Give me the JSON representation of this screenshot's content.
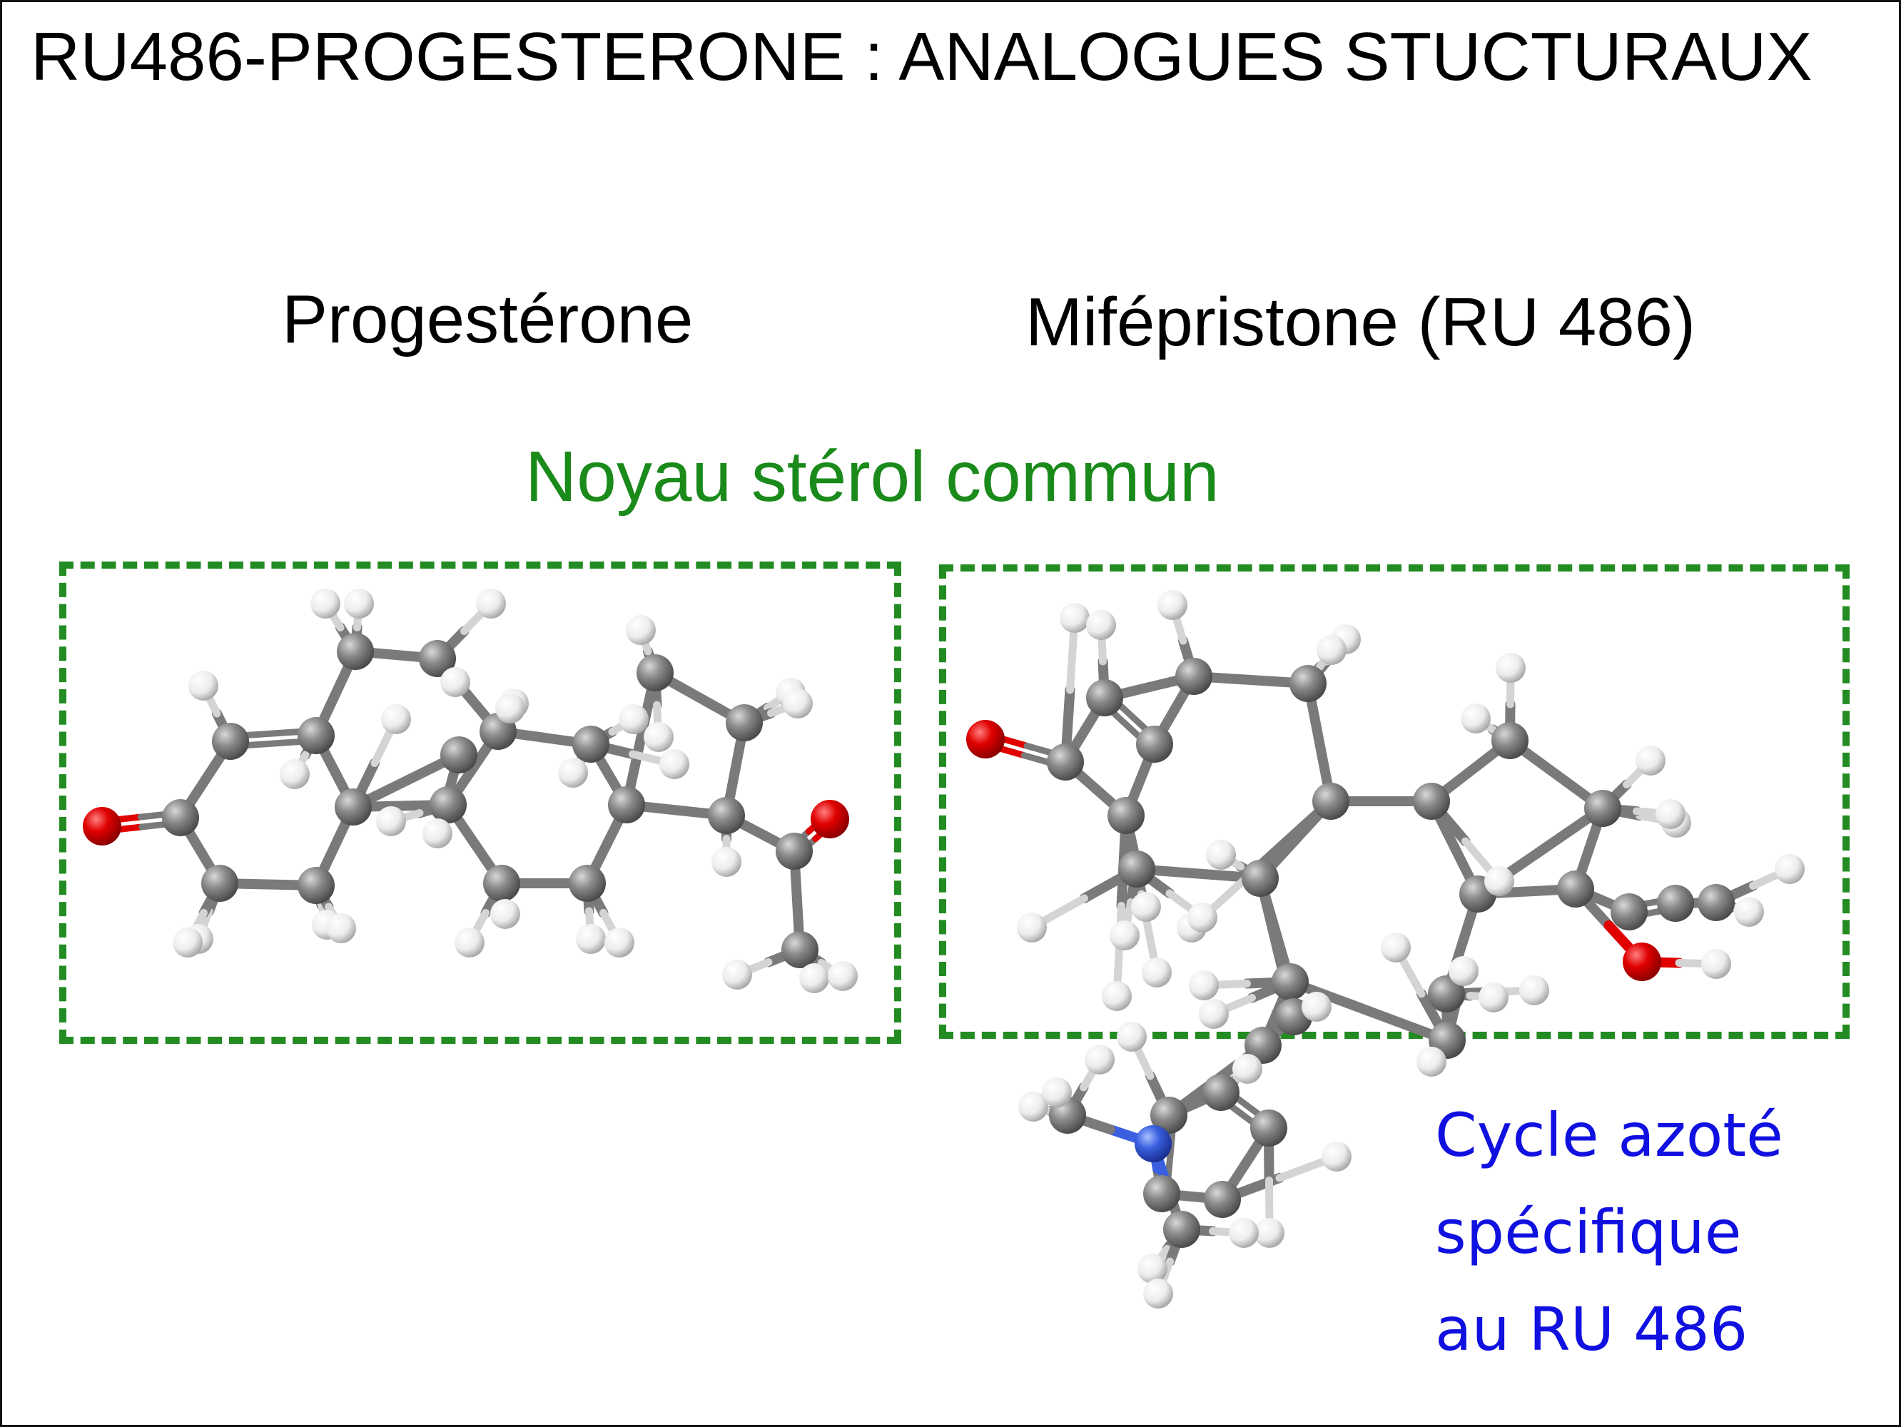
{
  "title": "RU486-PROGESTERONE : ANALOGUES STUCTURAUX",
  "molecules": {
    "left": {
      "name": "Progestérone"
    },
    "right": {
      "name": "Mifépristone (RU 486)"
    }
  },
  "annotations": {
    "core": "Noyau stérol commun",
    "ring_lines": [
      "Cycle azoté",
      "spécifique",
      "au RU 486"
    ]
  },
  "colors": {
    "core_green": "#1a8a1a",
    "box_green": "#228B22",
    "note_blue": "#1010e0",
    "carbon": "#7a7a7a",
    "hydrogen": "#f0f0f0",
    "oxygen": "#e00000",
    "nitrogen": "#3a5fe0"
  },
  "icons": [
    "carbon-atom-sphere",
    "hydrogen-atom-sphere",
    "oxygen-atom-sphere",
    "nitrogen-atom-sphere"
  ]
}
